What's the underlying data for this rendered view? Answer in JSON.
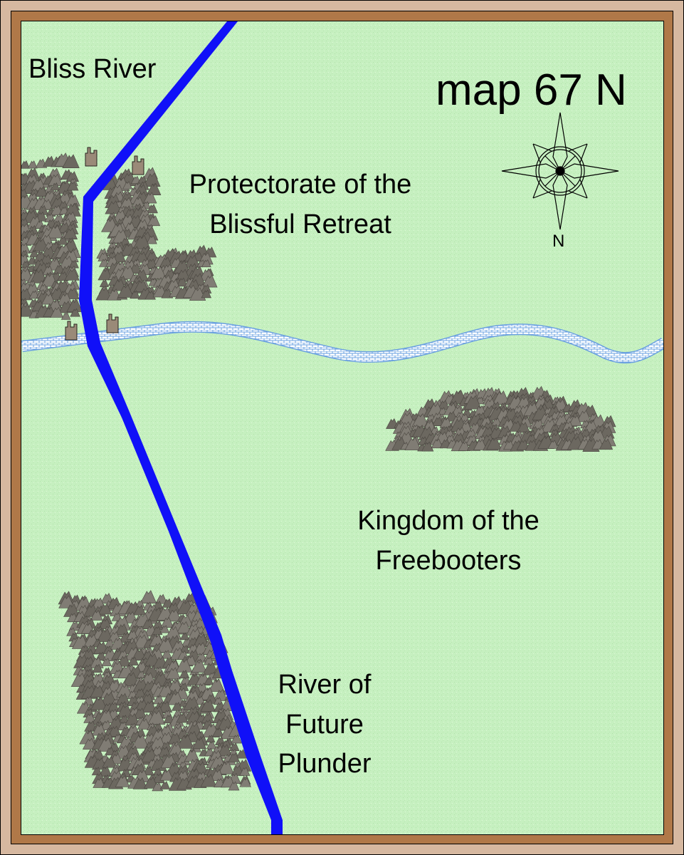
{
  "title": "map 67 N",
  "compass": {
    "label": "N"
  },
  "labels": {
    "bliss_river": "Bliss River",
    "protectorate": [
      "Protectorate of the",
      "Blissful Retreat"
    ],
    "kingdom": [
      "Kingdom of the",
      "Freebooters"
    ],
    "river_plunder": [
      "River of",
      "Future",
      "Plunder"
    ]
  },
  "colors": {
    "river": "#1010f8",
    "road": "#a8c8f0",
    "land": "#c6f0c0",
    "mountain": "#78746c",
    "frame_outer": "#d6b8a0",
    "frame_inner": "#b07848"
  }
}
